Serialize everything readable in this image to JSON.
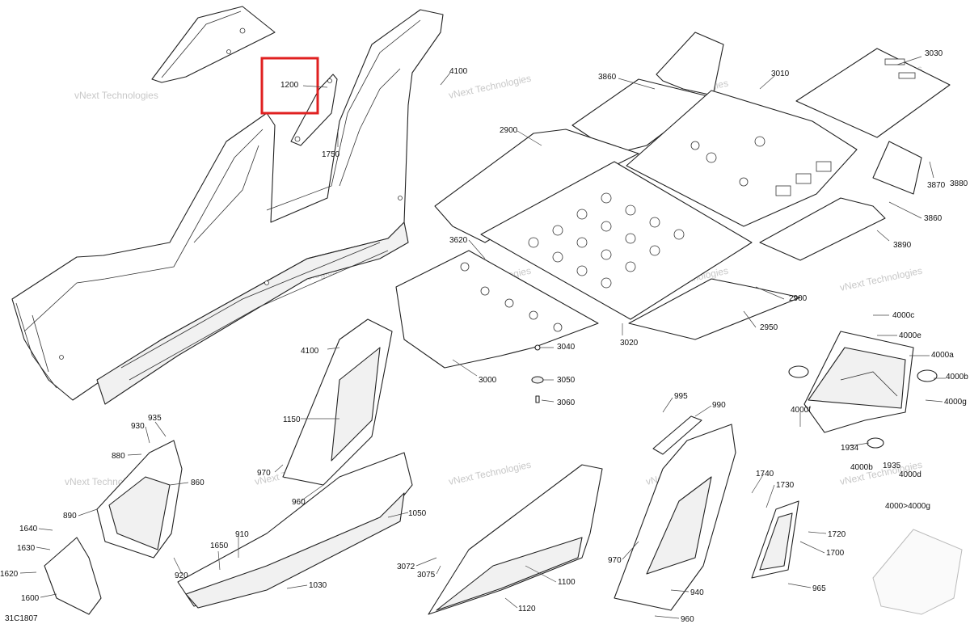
{
  "diagram": {
    "code": "31C1807",
    "watermark": "vNext Technologies",
    "highlight_color": "#e02020",
    "labels": {
      "l1200": "1200",
      "l1750": "1750",
      "l4100a": "4100",
      "l4100b": "4100",
      "l3860a": "3860",
      "l3010": "3010",
      "l3030": "3030",
      "l2900a": "2900",
      "l3870": "3870",
      "l3880": "3880",
      "l3860b": "3860",
      "l3890": "3890",
      "l3620": "3620",
      "l2900b": "2900",
      "l2950": "2950",
      "l3020": "3020",
      "l3040": "3040",
      "l3000": "3000",
      "l3050": "3050",
      "l3060": "3060",
      "l4000c": "4000c",
      "l4000e": "4000e",
      "l4000a": "4000a",
      "l4000b_r": "4000b",
      "l4000g": "4000g",
      "l4000f": "4000f",
      "l1934": "1934",
      "l4000b_l": "4000b",
      "l1935": "1935",
      "l4000d": "4000d",
      "l4000range": "4000>4000g",
      "l1150": "1150",
      "l935": "935",
      "l930": "930",
      "l880": "880",
      "l860": "860",
      "l890": "890",
      "l970a": "970",
      "l960a": "960",
      "l1050": "1050",
      "l910": "910",
      "l1650": "1650",
      "l920": "920",
      "l1640": "1640",
      "l1630": "1630",
      "l1620": "1620",
      "l1600": "1600",
      "l1030": "1030",
      "l3072": "3072",
      "l3075": "3075",
      "l1100": "1100",
      "l1120": "1120",
      "l995": "995",
      "l990": "990",
      "l970b": "970",
      "l940": "940",
      "l960b": "960",
      "l1740": "1740",
      "l1730": "1730",
      "l1720": "1720",
      "l1700": "1700",
      "l965": "965"
    }
  }
}
